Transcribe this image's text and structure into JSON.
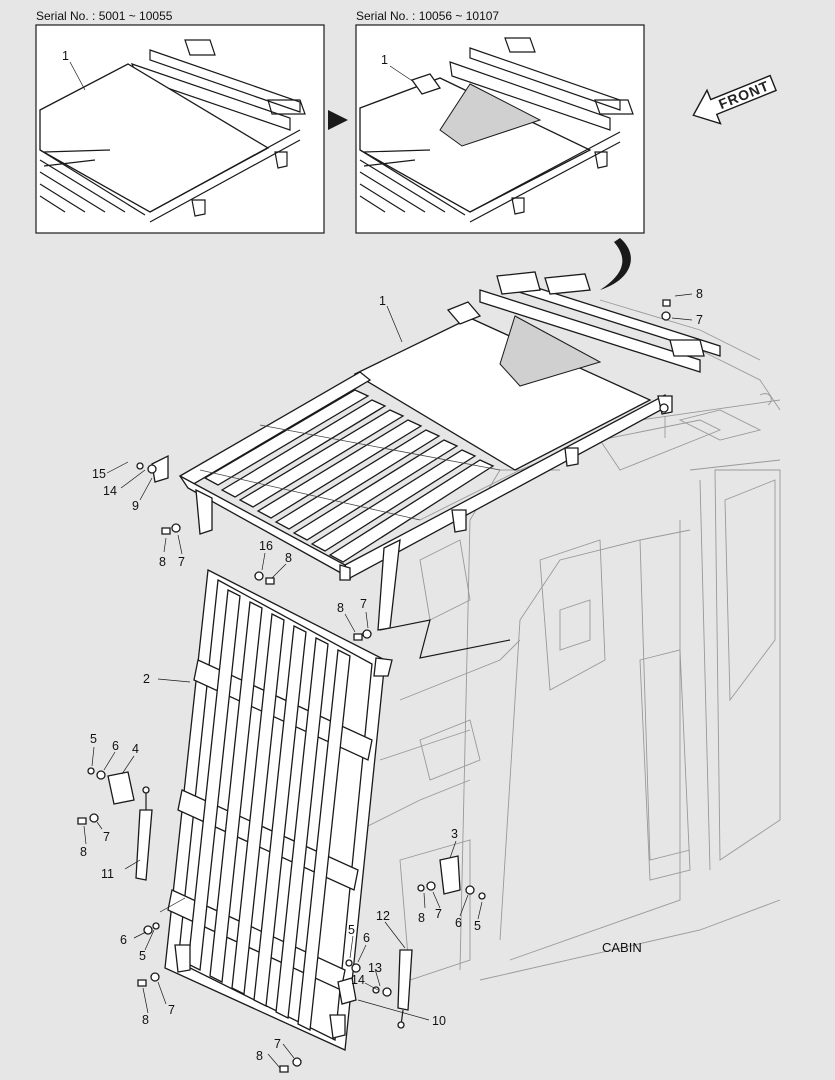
{
  "insets": [
    {
      "serial_label": "Serial No. : 5001 ~ 10055",
      "part_label": "1"
    },
    {
      "serial_label": "Serial No. : 10056 ~ 10107",
      "part_label": "1"
    }
  ],
  "front_label": "FRONT",
  "cabin_label": "CABIN",
  "callouts": [
    {
      "id": "c-1",
      "label": "1"
    },
    {
      "id": "c-8a",
      "label": "8"
    },
    {
      "id": "c-7a",
      "label": "7"
    },
    {
      "id": "c-15",
      "label": "15"
    },
    {
      "id": "c-14a",
      "label": "14"
    },
    {
      "id": "c-9",
      "label": "9"
    },
    {
      "id": "c-8b",
      "label": "8"
    },
    {
      "id": "c-7b",
      "label": "7"
    },
    {
      "id": "c-16",
      "label": "16"
    },
    {
      "id": "c-8c",
      "label": "8"
    },
    {
      "id": "c-8d",
      "label": "8"
    },
    {
      "id": "c-7c",
      "label": "7"
    },
    {
      "id": "c-2",
      "label": "2"
    },
    {
      "id": "c-5a",
      "label": "5"
    },
    {
      "id": "c-6a",
      "label": "6"
    },
    {
      "id": "c-4",
      "label": "4"
    },
    {
      "id": "c-7d",
      "label": "7"
    },
    {
      "id": "c-8e",
      "label": "8"
    },
    {
      "id": "c-11",
      "label": "11"
    },
    {
      "id": "c-6b",
      "label": "6"
    },
    {
      "id": "c-5b",
      "label": "5"
    },
    {
      "id": "c-7e",
      "label": "7"
    },
    {
      "id": "c-8f",
      "label": "8"
    },
    {
      "id": "c-3",
      "label": "3"
    },
    {
      "id": "c-8g",
      "label": "8"
    },
    {
      "id": "c-7f",
      "label": "7"
    },
    {
      "id": "c-6c",
      "label": "6"
    },
    {
      "id": "c-5c",
      "label": "5"
    },
    {
      "id": "c-5d",
      "label": "5"
    },
    {
      "id": "c-6d",
      "label": "6"
    },
    {
      "id": "c-12",
      "label": "12"
    },
    {
      "id": "c-13",
      "label": "13"
    },
    {
      "id": "c-14b",
      "label": "14"
    },
    {
      "id": "c-10",
      "label": "10"
    },
    {
      "id": "c-7g",
      "label": "7"
    },
    {
      "id": "c-8h",
      "label": "8"
    }
  ]
}
